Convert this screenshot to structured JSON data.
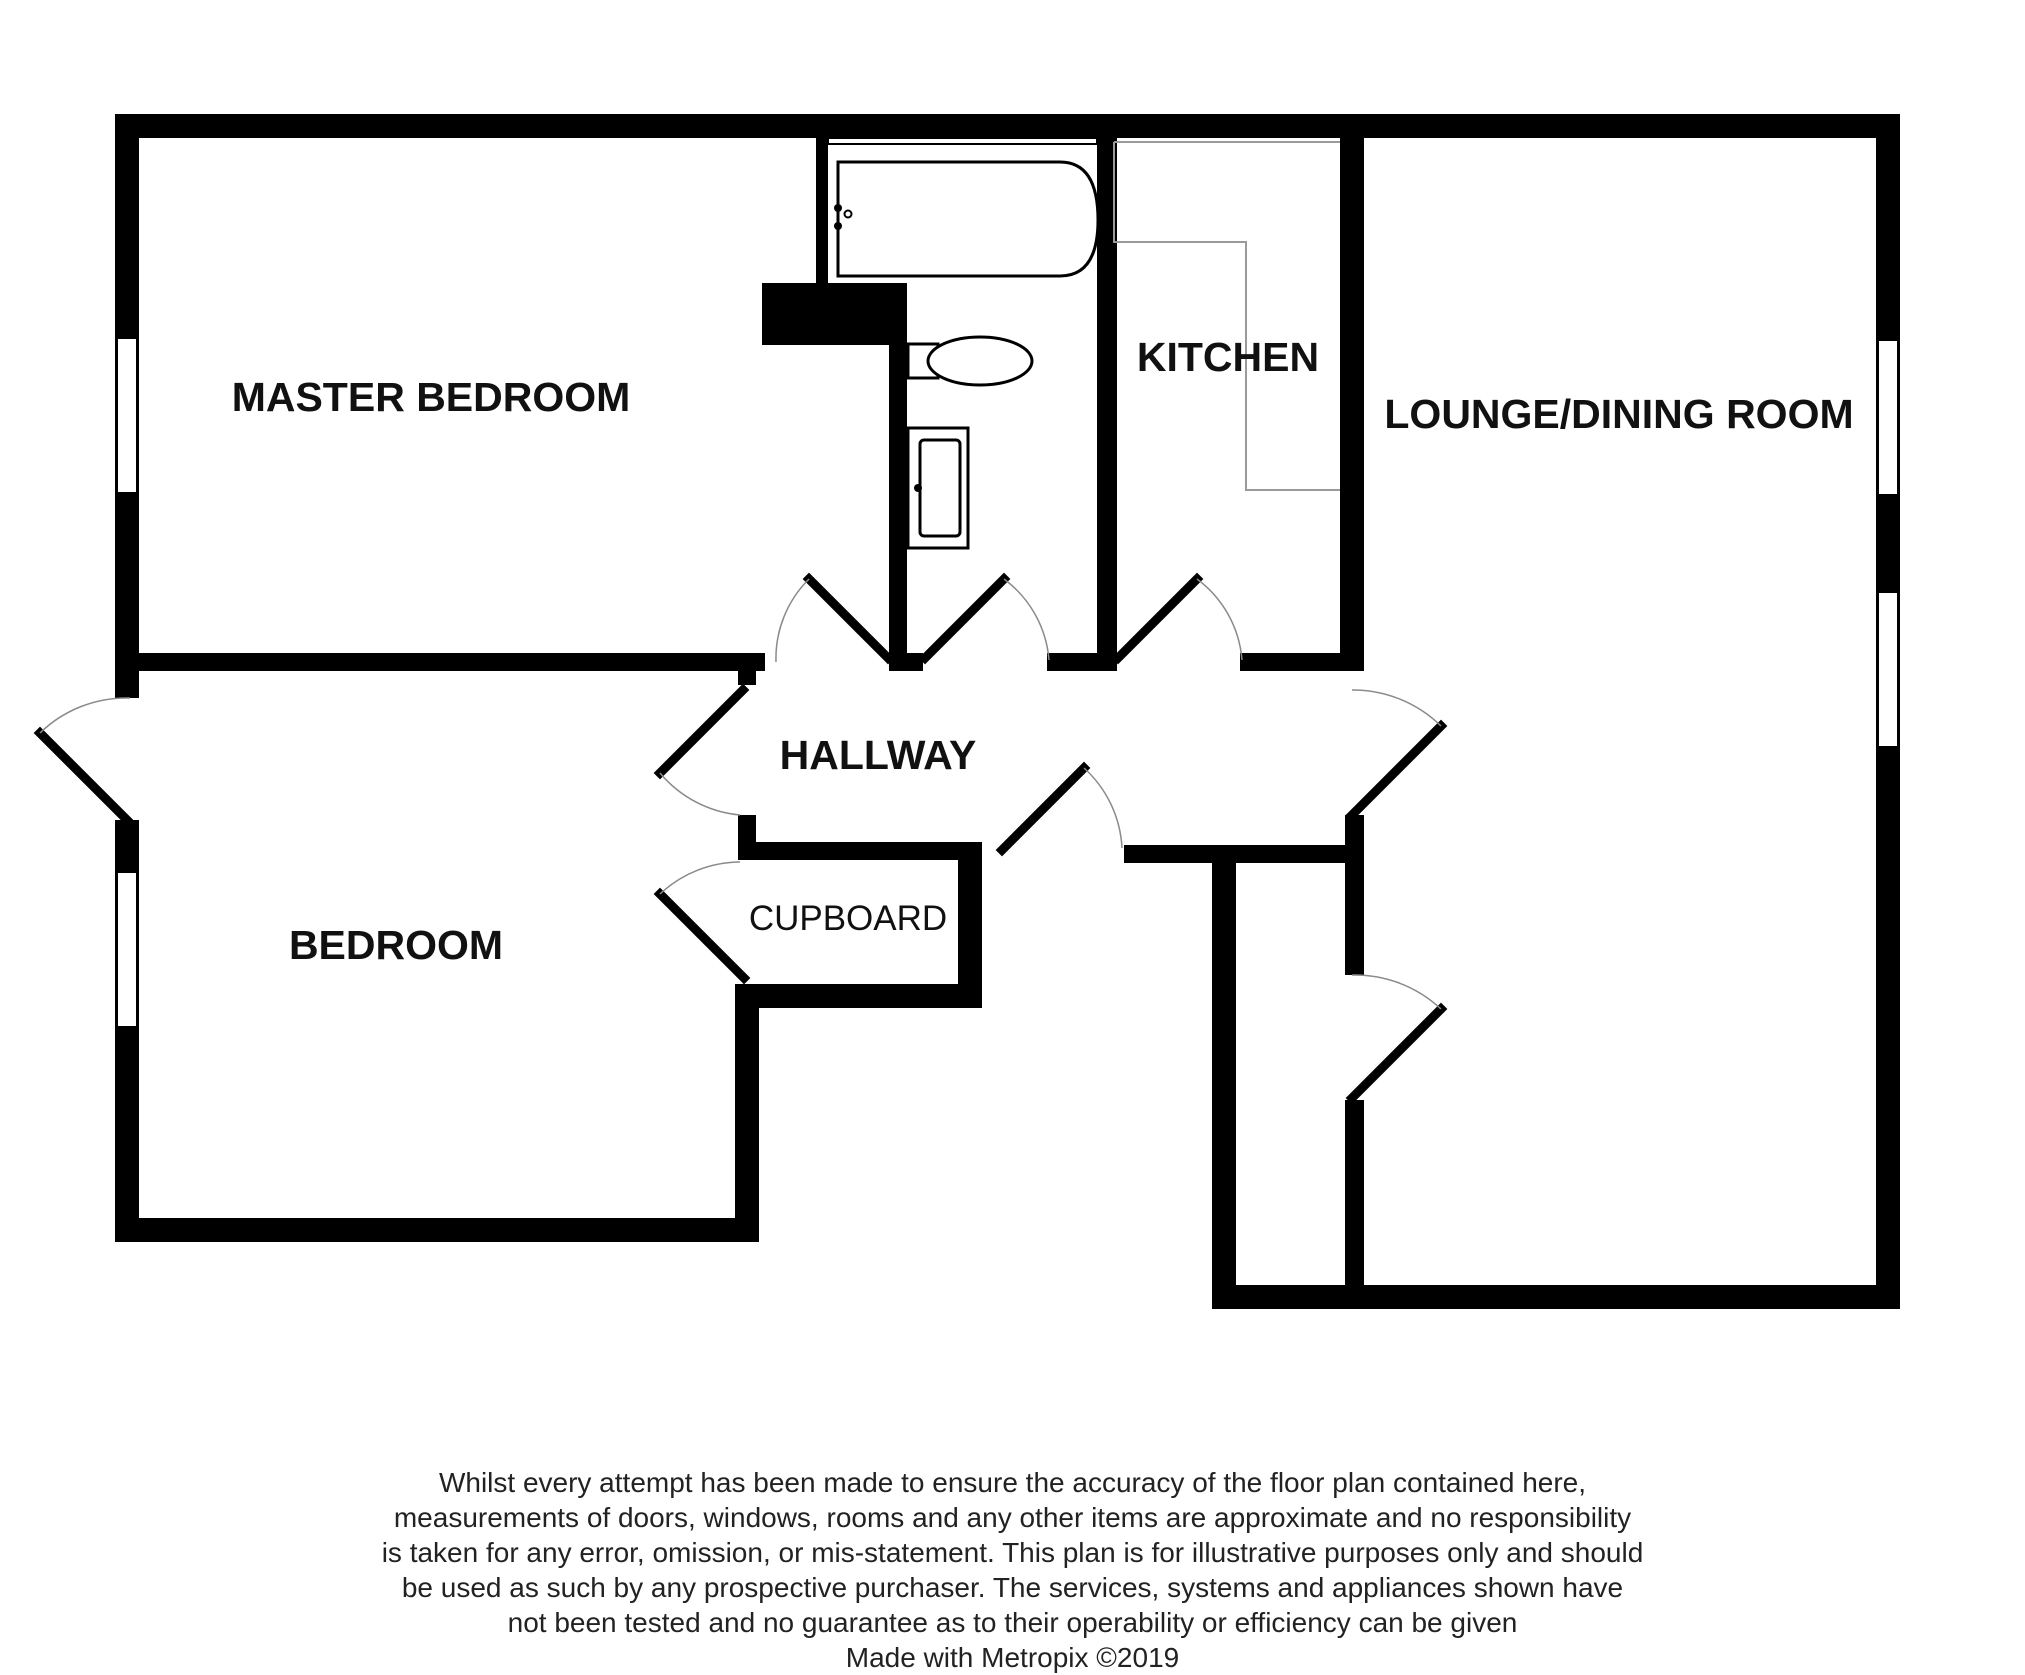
{
  "floor_plan": {
    "rooms": {
      "master_bedroom": "MASTER BEDROOM",
      "kitchen": "KITCHEN",
      "lounge_dining": "LOUNGE/DINING ROOM",
      "hallway": "HALLWAY",
      "bedroom": "BEDROOM",
      "cupboard": "CUPBOARD"
    },
    "disclaimer": {
      "body": "Whilst every attempt has been made to ensure the accuracy of the floor plan contained here, measurements of doors, windows, rooms and any other items are approximate and no responsibility is taken for any error, omission, or mis-statement. This plan is for illustrative purposes only and should be used as such by any prospective purchaser. The services, systems and appliances shown have not been tested and no guarantee as to their operability or efficiency can be given",
      "credit": "Made with Metropix ©2019"
    }
  }
}
